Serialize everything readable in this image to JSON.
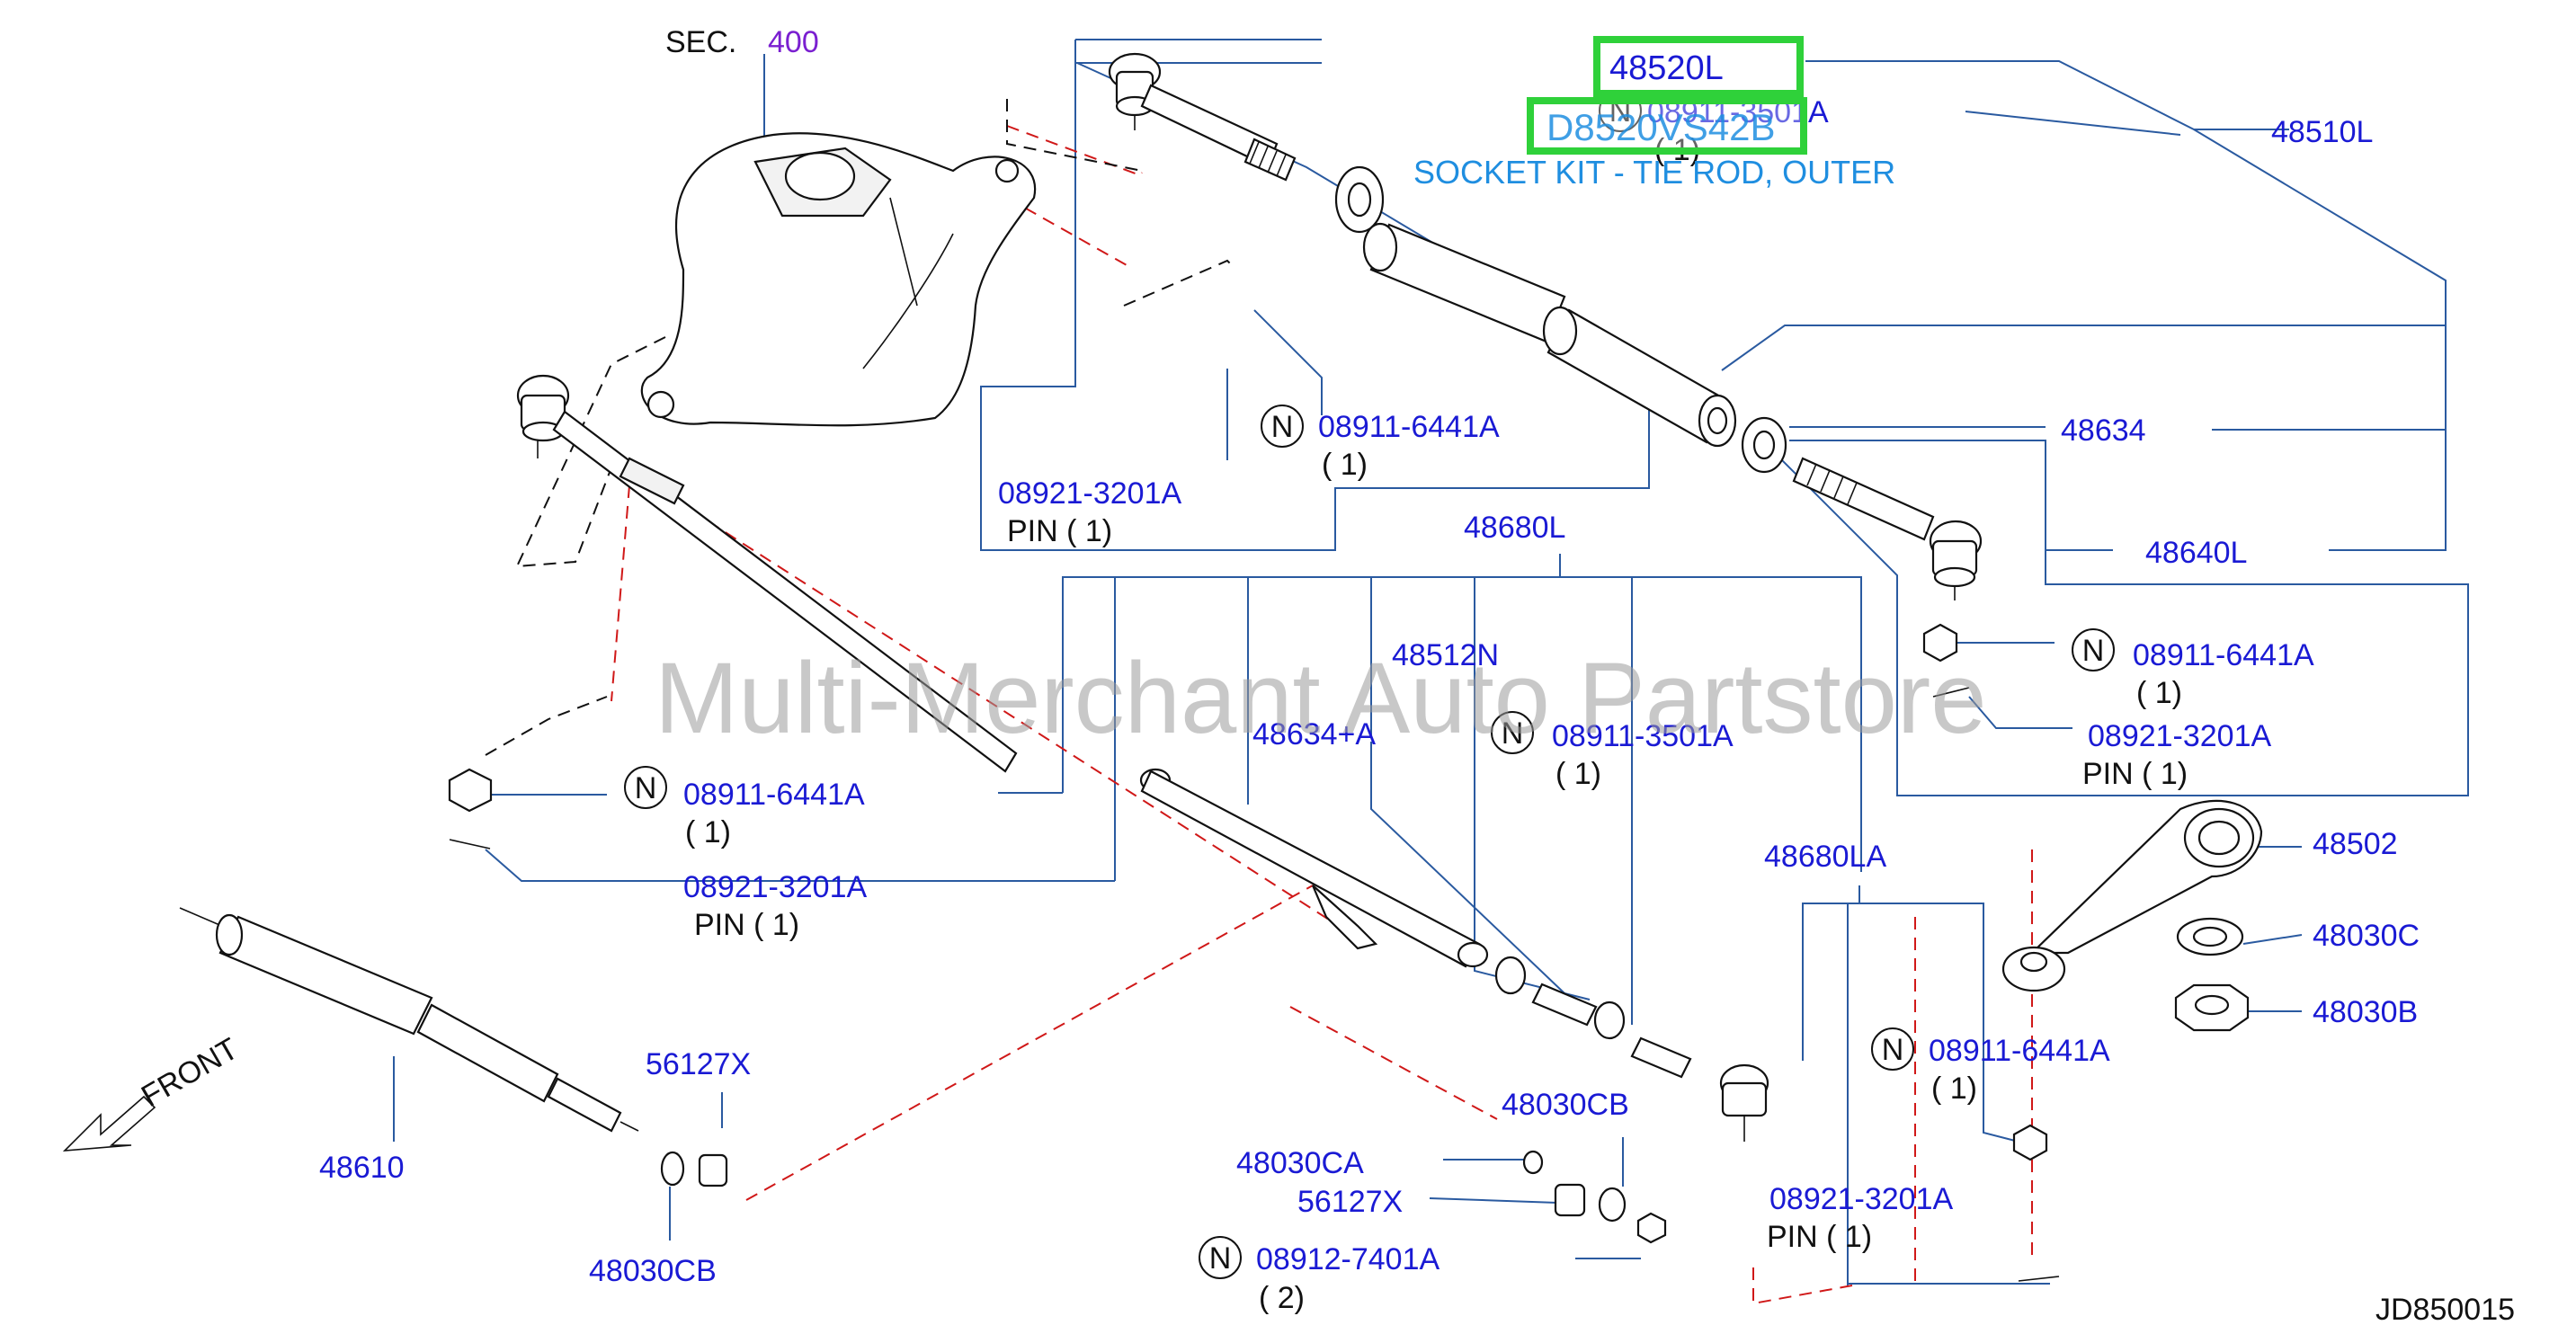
{
  "diagram": {
    "sec_label": "SEC.",
    "sec_number": "400",
    "watermark": "Multi-Merchant Auto Partstore",
    "diagram_code": "JD850015",
    "front_label": "FRONT",
    "highlight_part": "48520L",
    "highlight_code": "D8520VS42B",
    "socket_kit_label": "SOCKET KIT - TIE ROD, OUTER",
    "n_symbol": "N",
    "parts": {
      "p48510L": "48510L",
      "p48634": "48634",
      "p48640L": "48640L",
      "p48680L": "48680L",
      "p48512N": "48512N",
      "p48634A": "48634+A",
      "p48680LA": "48680LA",
      "p48502": "48502",
      "p48030C": "48030C",
      "p48030B": "48030B",
      "p48610": "48610",
      "p56127X_a": "56127X",
      "p56127X_b": "56127X",
      "p48030CB_a": "48030CB",
      "p48030CB_b": "48030CB",
      "p48030CA": "48030CA",
      "nut_3501_top": "08911-3501A",
      "nut_3501_top_qty": "( 1)",
      "nut_6441_a": "08911-6441A",
      "nut_6441_a_qty": "( 1)",
      "pin_3201_a": "08921-3201A",
      "pin_3201_a_sub": "PIN    ( 1)",
      "nut_6441_b": "08911-6441A",
      "nut_6441_b_qty": "( 1)",
      "pin_3201_b": "08921-3201A",
      "pin_3201_b_sub": "PIN     ( 1)",
      "nut_3501_mid": "08911-3501A",
      "nut_3501_mid_qty": "( 1)",
      "nut_6441_c": "08911-6441A",
      "nut_6441_c_qty": "( 1)",
      "pin_3201_c": "08921-3201A",
      "pin_3201_c_sub": "PIN    ( 1)",
      "nut_6441_d": "08911-6441A",
      "nut_6441_d_qty": "( 1)",
      "pin_3201_d": "08921-3201A",
      "pin_3201_d_sub": "PIN    ( 1)",
      "bolt_7401": "08912-7401A",
      "bolt_7401_qty": "( 2)"
    }
  }
}
